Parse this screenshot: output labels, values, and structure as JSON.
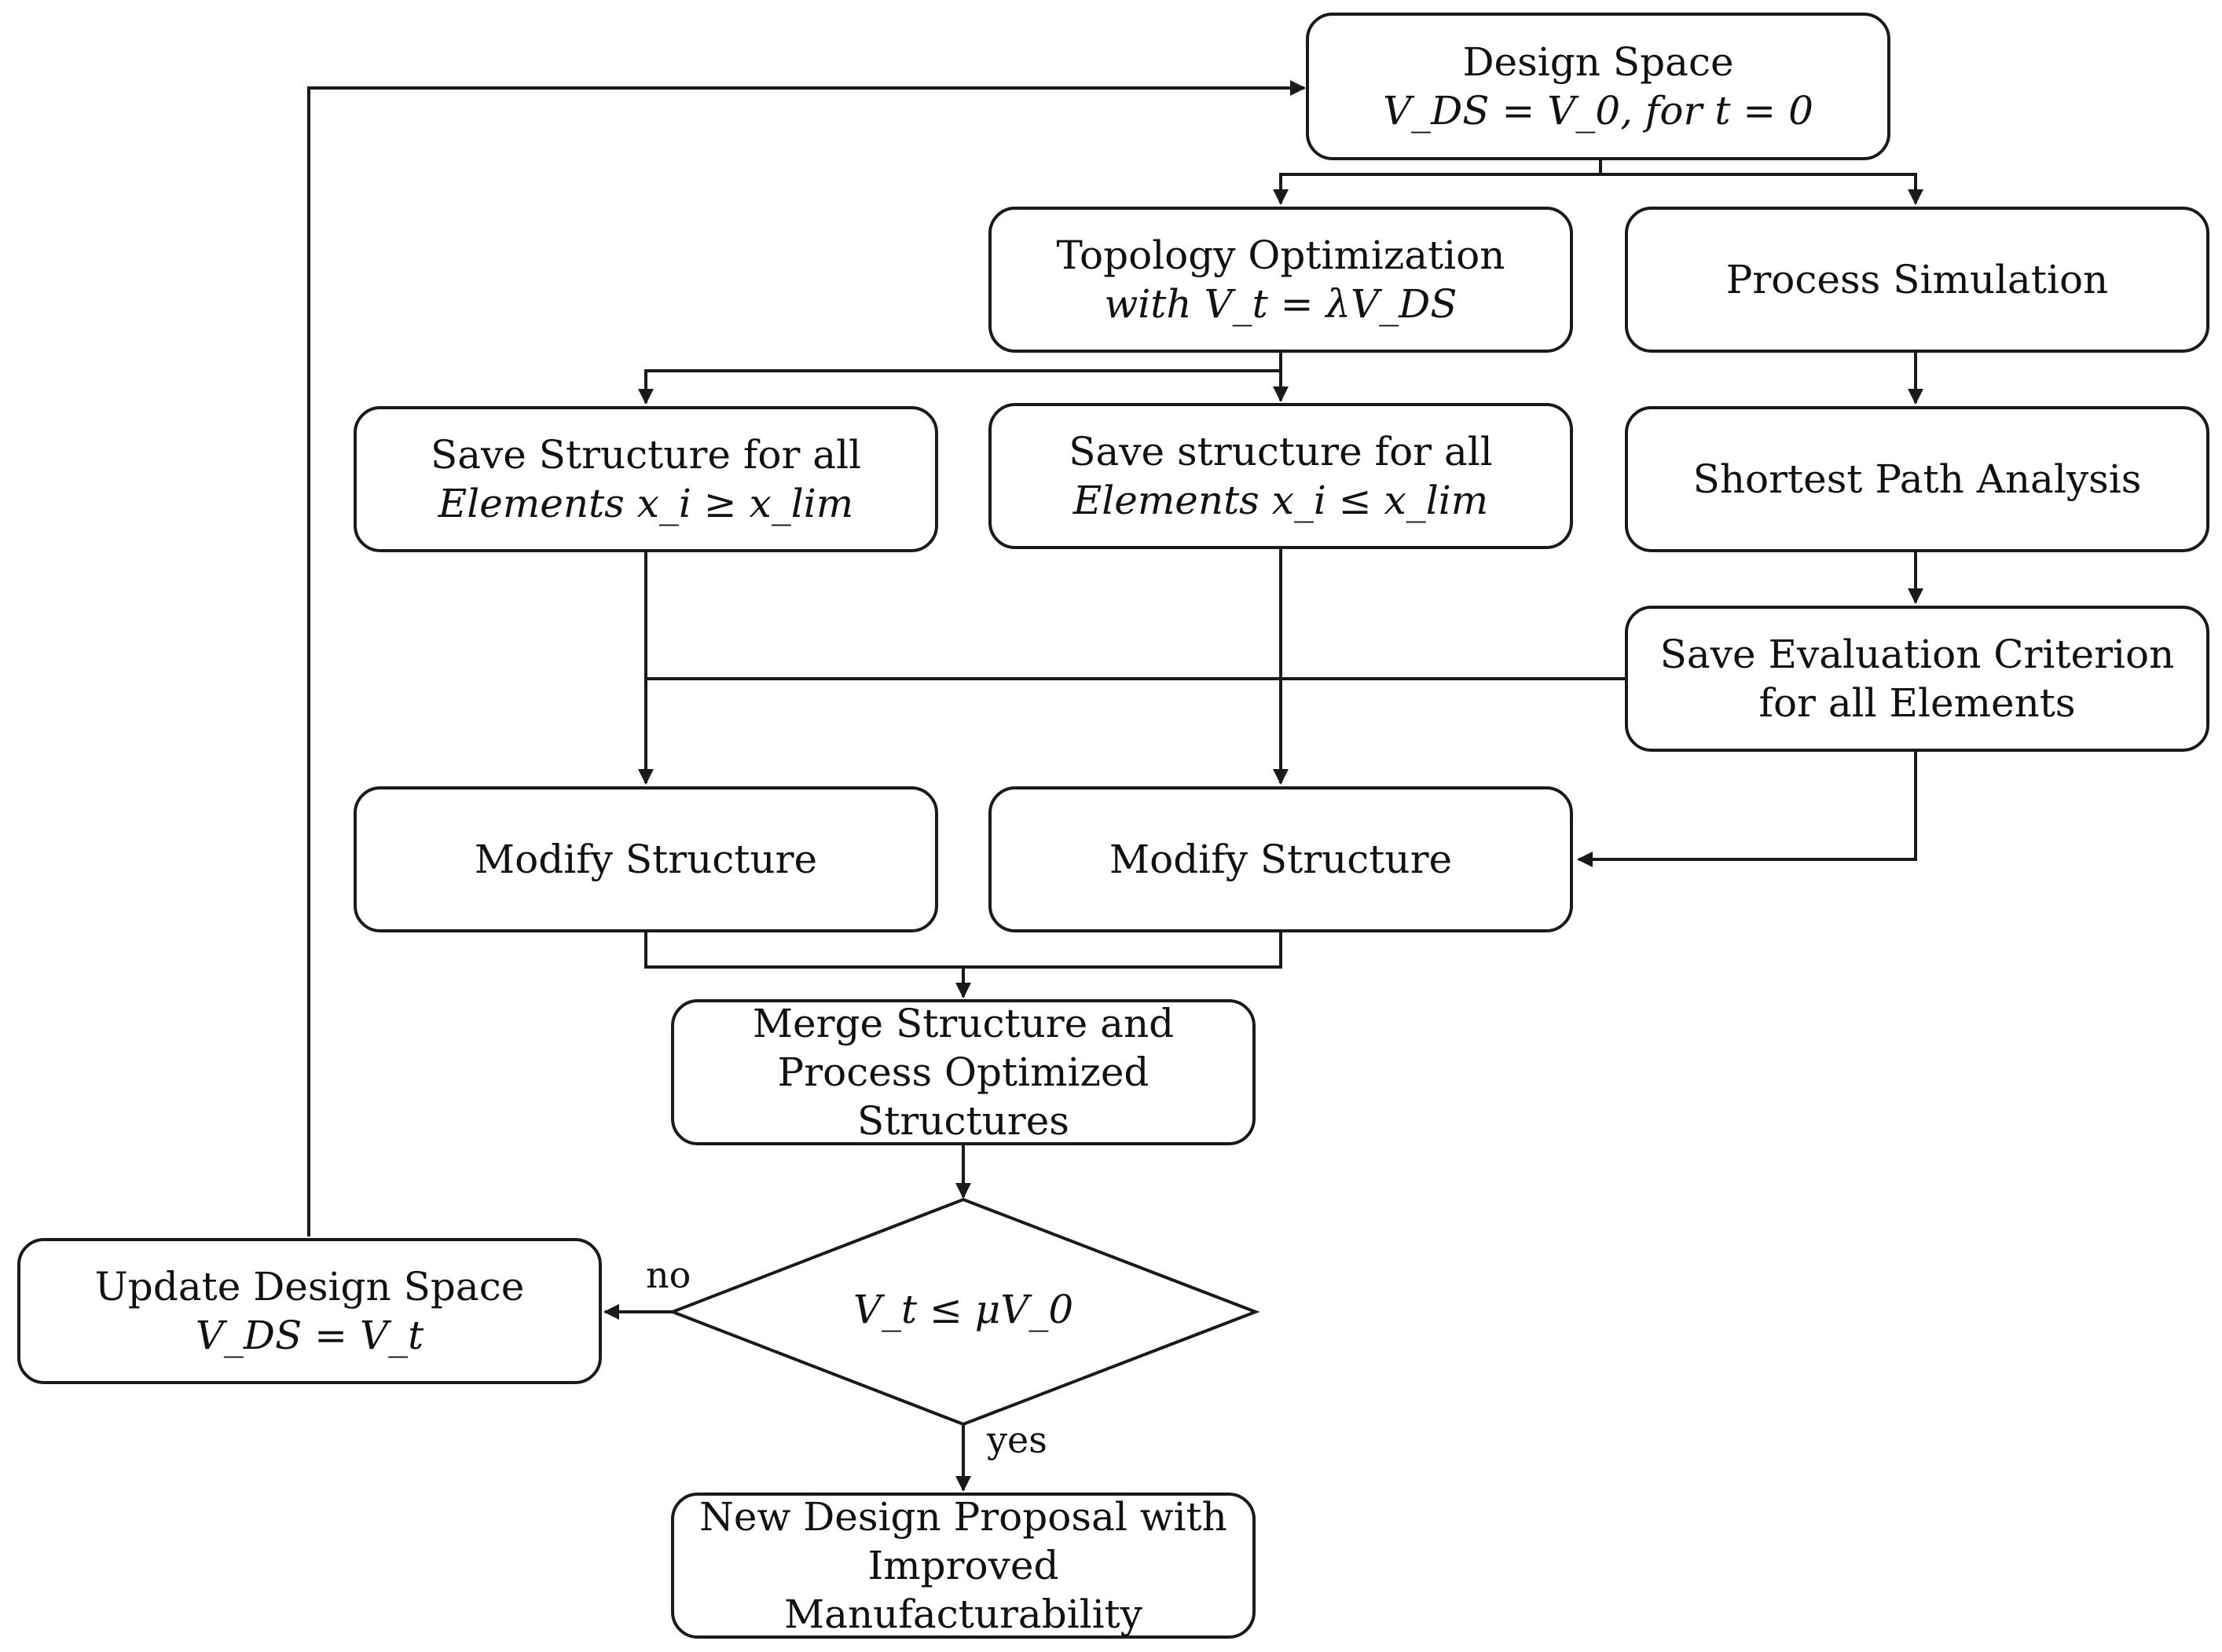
{
  "nodes": {
    "design_space": {
      "line1": "Design Space",
      "line2": "V_DS = V_0, for t = 0"
    },
    "topology": {
      "line1": "Topology Optimization",
      "line2": "with V_t = λV_DS"
    },
    "process_sim": {
      "line1": "Process Simulation"
    },
    "save_ge": {
      "line1": "Save Structure for all",
      "line2": "Elements x_i ≥ x_lim"
    },
    "save_le": {
      "line1": "Save structure for all",
      "line2": "Elements x_i ≤ x_lim"
    },
    "shortest_path": {
      "line1": "Shortest Path Analysis"
    },
    "save_eval": {
      "line1": "Save Evaluation Criterion",
      "line2": "for all Elements"
    },
    "modify_1": {
      "line1": "Modify Structure"
    },
    "modify_2": {
      "line1": "Modify Structure"
    },
    "merge": {
      "line1": "Merge Structure and",
      "line2": "Process Optimized",
      "line3": "Structures"
    },
    "decision": {
      "text": "V_t ≤ μV_0"
    },
    "update": {
      "line1": "Update Design Space",
      "line2": "V_DS = V_t"
    },
    "proposal": {
      "line1": "New Design Proposal with",
      "line2": "Improved",
      "line3": "Manufacturability"
    }
  },
  "edge_labels": {
    "no": "no",
    "yes": "yes"
  },
  "colors": {
    "stroke": "#1a1a1a",
    "background": "#ffffff"
  }
}
